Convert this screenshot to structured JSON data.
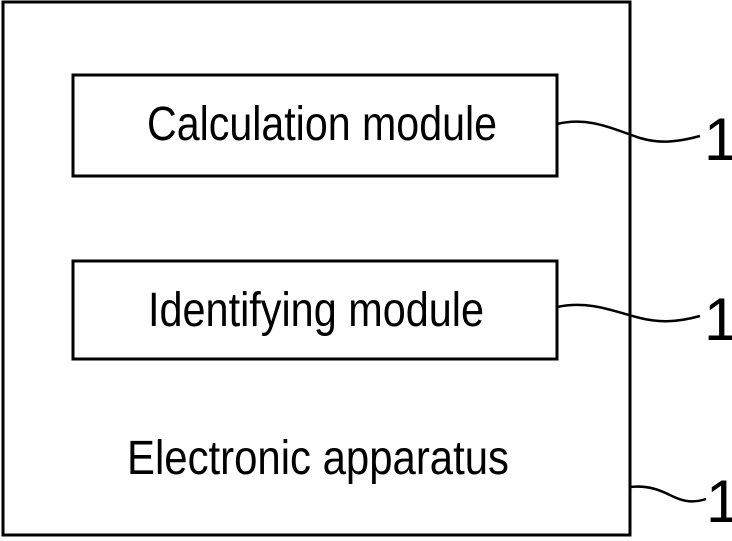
{
  "diagram": {
    "outer": {
      "label": "Electronic apparatus",
      "ref": "1"
    },
    "modules": [
      {
        "label": "Calculation module",
        "ref": "1"
      },
      {
        "label": "Identifying module",
        "ref": "1"
      }
    ]
  }
}
